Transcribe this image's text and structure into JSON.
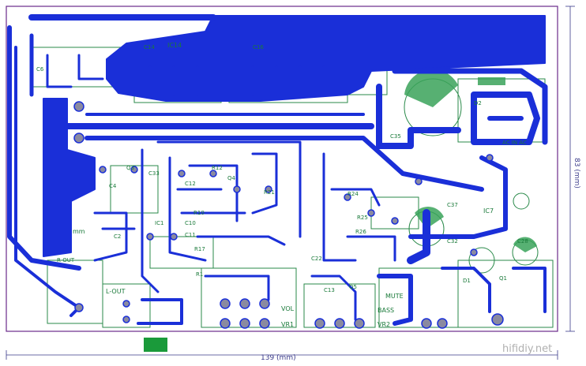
{
  "board": {
    "width_label": "139 (mm)",
    "height_label": "83 (mm)",
    "watermark": "hifidiy.net"
  },
  "labels": {
    "ic14": "IC14",
    "c14": "C14",
    "c16": "C16",
    "c6": "C6",
    "c35": "C35",
    "c37": "C37",
    "c32": "C32",
    "c28": "C28",
    "c33": "C33",
    "c2": "C2",
    "c4": "C4",
    "c10": "C10",
    "c11": "C11",
    "c12": "C12",
    "c13": "C13",
    "c22": "C22",
    "q1": "Q1",
    "q3": "Q3",
    "q4": "Q4",
    "q5": "Q5",
    "d1": "D1",
    "d2": "D2",
    "ic7": "IC7",
    "ic1": "IC1",
    "r1": "R1",
    "r10": "R10",
    "r12": "R12",
    "r17": "R17",
    "r21": "R21",
    "r24": "R24",
    "r25": "R25",
    "r26": "R26",
    "l_out": "L-OUT",
    "r_out": "R-OUT",
    "vol": "VOL",
    "vr1": "VR1",
    "vr2": "VR2",
    "mute": "MUTE",
    "bass": "BASS",
    "ac_in": "AC IN AC",
    "mm": "mm"
  }
}
